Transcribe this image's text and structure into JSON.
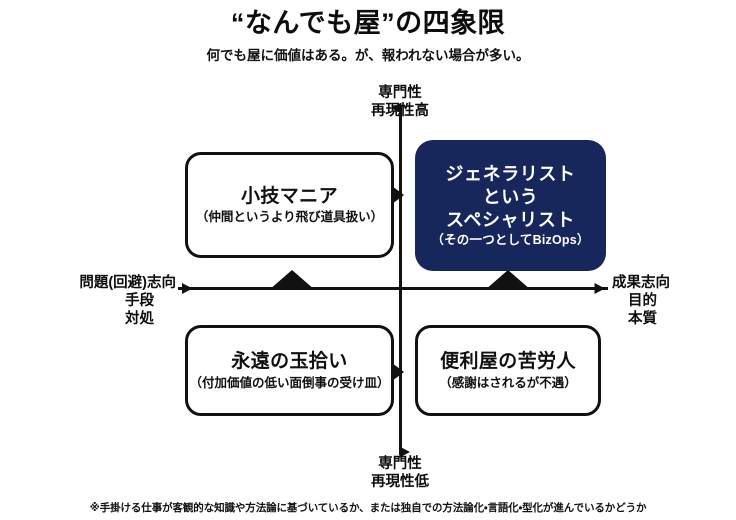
{
  "header": {
    "title": "“なんでも屋”の四象限",
    "subtitle": "何でも屋に価値はある。が、報われない場合が多い。"
  },
  "axes": {
    "vertical": {
      "top": {
        "line1": "専門性",
        "line2": "再現性高"
      },
      "bottom": {
        "line1": "専門性",
        "line2": "再現性低"
      }
    },
    "horizontal": {
      "left": {
        "line1": "問題(回避)志向",
        "line2": "手段",
        "line3": "対処"
      },
      "right": {
        "line1": "成果志向",
        "line2": "目的",
        "line3": "本質"
      }
    }
  },
  "quadrants": [
    {
      "id": "top-left",
      "title": "小技マニア",
      "subtitle": "（仲間というより飛び道具扱い）",
      "style": "outline"
    },
    {
      "id": "top-right",
      "title_lines": [
        "ジェネラリスト",
        "という",
        "スペシャリスト"
      ],
      "title": "ジェネラリストというスペシャリスト",
      "subtitle": "（その一つとしてBizOps）",
      "style": "filled",
      "fill_color": "#17275c",
      "text_color": "#ffffff"
    },
    {
      "id": "bottom-left",
      "title": "永遠の玉拾い",
      "subtitle": "（付加価値の低い面倒事の受け皿）",
      "style": "outline"
    },
    {
      "id": "bottom-right",
      "title": "便利屋の苦労人",
      "subtitle": "（感謝はされるが不遇）",
      "style": "outline"
    }
  ],
  "quadrant_titles": {
    "top_right_line1": "ジェネラリスト",
    "top_right_line2": "という",
    "top_right_line3": "スペシャリスト"
  },
  "footnote": "※手掛ける仕事が客観的な知識や方法論に基づいているか、または独自での方法論化・言語化・型化が進んでいるかどうか",
  "colors": {
    "ink": "#111111",
    "accent_navy": "#17275c",
    "background": "#ffffff"
  }
}
